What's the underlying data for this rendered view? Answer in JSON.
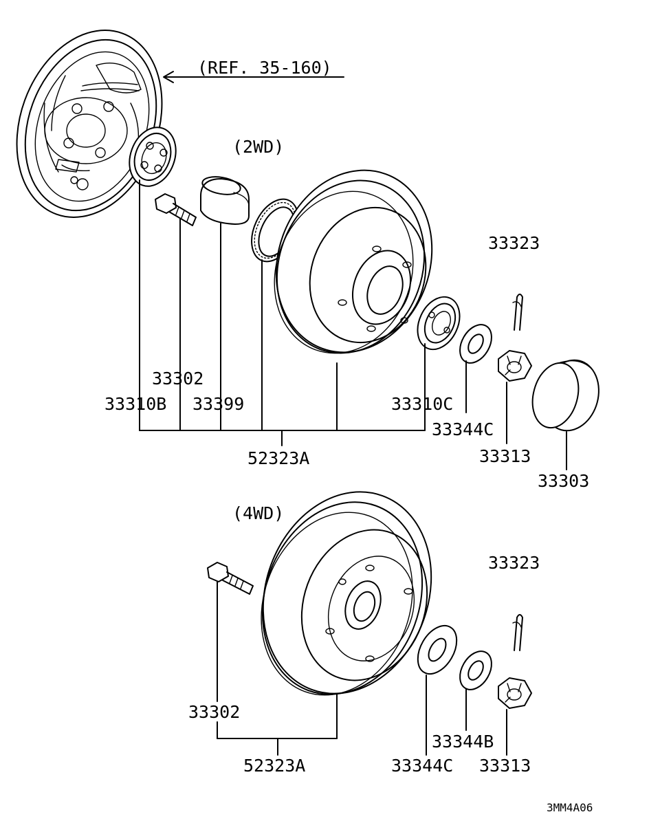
{
  "reference_note": "(REF. 35-160)",
  "sections": [
    {
      "heading": "(2WD)",
      "labels": {
        "cotter_pin": "33323",
        "hub_bolt": "33302",
        "inner_bearing": "33310B",
        "spacer": "33399",
        "outer_bearing": "33310C",
        "washer": "33344C",
        "nut": "33313",
        "cap": "33303",
        "drum_assembly": "52323A"
      }
    },
    {
      "heading": "(4WD)",
      "labels": {
        "cotter_pin": "33323",
        "hub_bolt": "33302",
        "washer_c": "33344C",
        "washer_b": "33344B",
        "nut": "33313",
        "drum_assembly": "52323A"
      }
    }
  ],
  "drawing_code": "3MM4A06"
}
